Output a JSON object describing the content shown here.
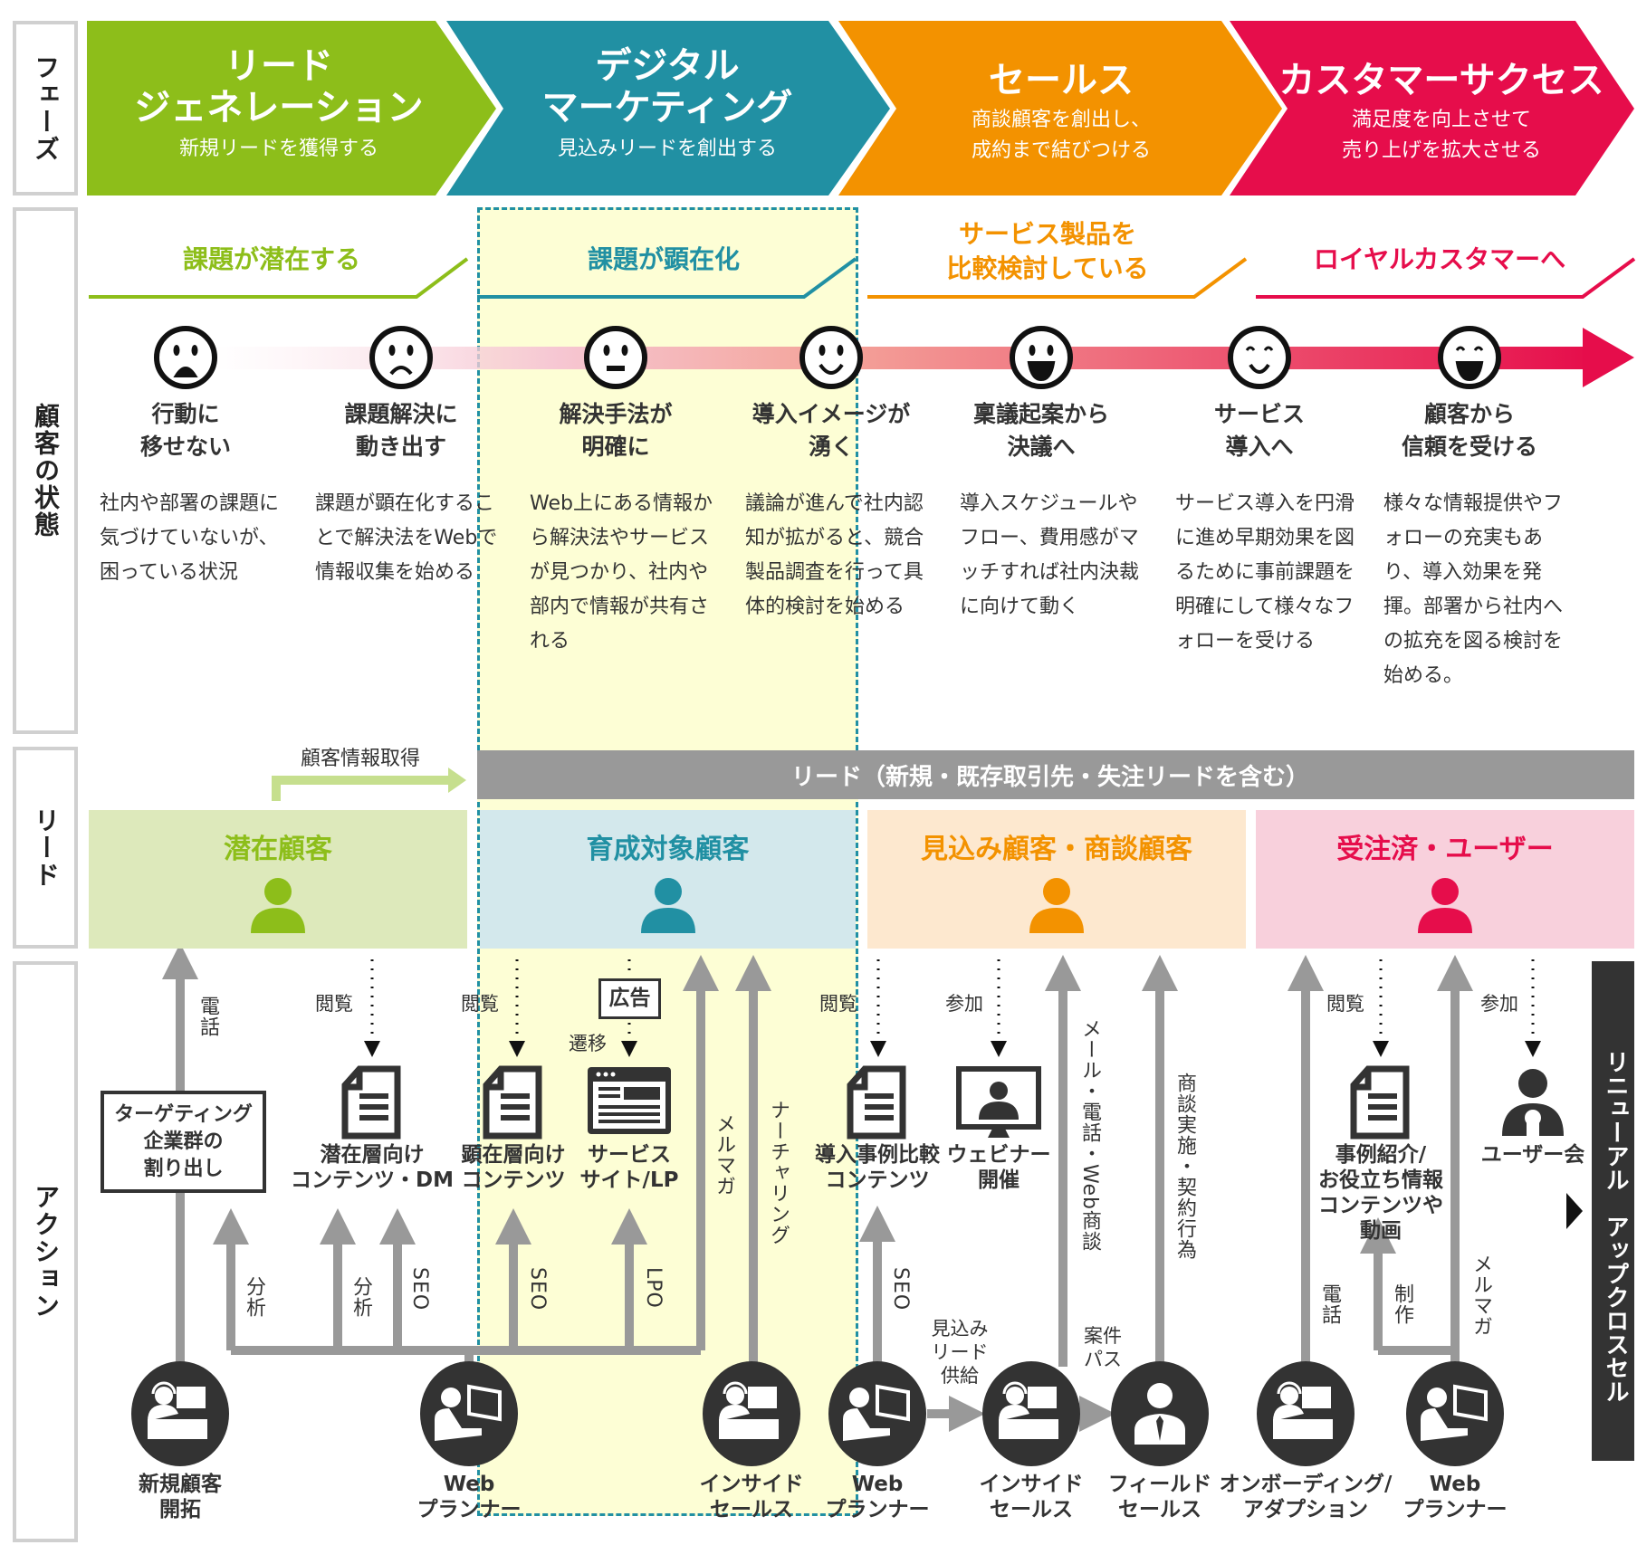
{
  "colors": {
    "green": "#8dbe1a",
    "teal": "#2190a3",
    "orange": "#f39200",
    "red": "#e60d4b",
    "highlight": "#fdfed5",
    "gray": "#999999",
    "dark": "#333333"
  },
  "sections": {
    "phase": "フェーズ",
    "state": "顧客の状態",
    "lead": "リード",
    "action": "アクション"
  },
  "phases": [
    {
      "title": [
        "リード",
        "ジェネレーション"
      ],
      "sub": [
        "新規リードを獲得する"
      ]
    },
    {
      "title": [
        "デジタル",
        "マーケティング"
      ],
      "sub": [
        "見込みリードを創出する"
      ]
    },
    {
      "title": [
        "セールス"
      ],
      "sub": [
        "商談顧客を創出し、",
        "成約まで結びつける"
      ]
    },
    {
      "title": [
        "カスタマーサクセス"
      ],
      "sub": [
        "満足度を向上させて",
        "売り上げを拡大させる"
      ]
    }
  ],
  "stages": [
    {
      "label": [
        "課題が潜在する"
      ]
    },
    {
      "label": [
        "課題が顕在化"
      ]
    },
    {
      "label": [
        "サービス製品を",
        "比較検討している"
      ]
    },
    {
      "label": [
        "ロイヤルカスタマーへ"
      ]
    }
  ],
  "states": [
    {
      "face": "very-sad",
      "title": [
        "行動に",
        "移せない"
      ],
      "desc": "社内や部署の課題に気づけていないが、困っている状況"
    },
    {
      "face": "sad",
      "title": [
        "課題解決に",
        "動き出す"
      ],
      "desc": "課題が顕在化することで解決法をWebで情報収集を始める"
    },
    {
      "face": "neutral",
      "title": [
        "解決手法が",
        "明確に"
      ],
      "desc": "Web上にある情報から解決法やサービスが見つかり、社内や部内で情報が共有される"
    },
    {
      "face": "smile",
      "title": [
        "導入イメージが",
        "湧く"
      ],
      "desc": "議論が進んで社内認知が拡がると、競合製品調査を行って具体的検討を始める"
    },
    {
      "face": "happy",
      "title": [
        "稟議起案から",
        "決議へ"
      ],
      "desc": "導入スケジュールやフロー、費用感がマッチすれば社内決裁に向けて動く"
    },
    {
      "face": "content",
      "title": [
        "サービス",
        "導入へ"
      ],
      "desc": "サービス導入を円滑に進め早期効果を図るために事前課題を明確にして様々なフォローを受ける"
    },
    {
      "face": "delighted",
      "title": [
        "顧客から",
        "信頼を受ける"
      ],
      "desc": "様々な情報提供やフォローの充実もあり、導入効果を発揮。部署から社内への拡充を図る検討を始める。"
    }
  ],
  "lead": {
    "info_label": "顧客情報取得",
    "bar_label": "リード（新規・既存取引先・失注リードを含む）",
    "boxes": [
      "潜在顧客",
      "育成対象顧客",
      "見込み顧客・商談顧客",
      "受注済・ユーザー"
    ]
  },
  "actions": {
    "targeting": [
      "ターゲティング",
      "企業群の",
      "割り出し"
    ],
    "contents": [
      {
        "label": [
          "潜在層向け",
          "コンテンツ・DM"
        ],
        "icon": "document-icon"
      },
      {
        "label": [
          "顕在層向け",
          "コンテンツ"
        ],
        "icon": "document-icon"
      },
      {
        "label": [
          "サービス",
          "サイト/LP"
        ],
        "icon": "browser-icon"
      },
      {
        "label": [
          "導入事例比較",
          "コンテンツ"
        ],
        "icon": "document-icon"
      },
      {
        "label": [
          "ウェビナー",
          "開催"
        ],
        "icon": "webinar-icon"
      },
      {
        "label": [
          "事例紹介/",
          "お役立ち情報",
          "コンテンツや",
          "動画"
        ],
        "icon": "document-icon"
      },
      {
        "label": [
          "ユーザー会"
        ],
        "icon": "presenter-icon"
      }
    ],
    "actors": [
      {
        "label": [
          "新規顧客",
          "開拓"
        ],
        "icon": "operator-icon"
      },
      {
        "label": [
          "Web",
          "プランナー"
        ],
        "icon": "pc-user-icon"
      },
      {
        "label": [
          "インサイド",
          "セールス"
        ],
        "icon": "operator-icon"
      },
      {
        "label": [
          "Web",
          "プランナー"
        ],
        "icon": "pc-user-icon"
      },
      {
        "label": [
          "インサイド",
          "セールス"
        ],
        "icon": "operator-icon"
      },
      {
        "label": [
          "フィールド",
          "セールス"
        ],
        "icon": "businessman-icon"
      },
      {
        "label": [
          "オンボーディング/",
          "アダプション"
        ],
        "icon": "operator-icon"
      },
      {
        "label": [
          "Web",
          "プランナー"
        ],
        "icon": "pc-user-icon"
      }
    ],
    "labels": {
      "view": "閲覧",
      "join": "参加",
      "ad": "広告",
      "transition": "遷移",
      "phone": "電話",
      "analysis": "分析",
      "seo": "SEO",
      "lpo": "LPO",
      "mailmag": "メルマガ",
      "nurturing": "ナーチャリング",
      "supply": [
        "見込み",
        "リード",
        "供給"
      ],
      "pass": [
        "案件",
        "パス"
      ],
      "mail_phone_web": "メール・電話・Web商談",
      "deal": "商談実施・契約行為",
      "produce": "制作"
    },
    "upsell": "リニューアル　アップクロスセル"
  }
}
